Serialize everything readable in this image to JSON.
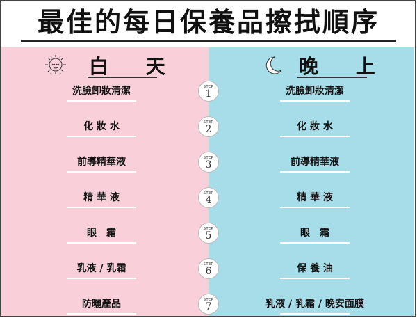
{
  "title": "最佳的每日保養品擦拭順序",
  "day": {
    "label": "白 天",
    "icon": "sun-icon"
  },
  "night": {
    "label": "晚 上",
    "icon": "moon-icon"
  },
  "step_word": "STEP",
  "steps": [
    {
      "number": "1",
      "day": "洗臉卸妝清潔",
      "night": "洗臉卸妝清潔"
    },
    {
      "number": "2",
      "day": "化 妝 水",
      "night": "化 妝 水"
    },
    {
      "number": "3",
      "day": "前導精華液",
      "night": "前導精華液"
    },
    {
      "number": "4",
      "day": "精 華 液",
      "night": "精 華 液"
    },
    {
      "number": "5",
      "day": "眼　霜",
      "night": "眼　霜"
    },
    {
      "number": "6",
      "day": "乳液 / 乳霜",
      "night": "保 養 油"
    },
    {
      "number": "7",
      "day": "防曬產品",
      "night": "乳液 / 乳霜 / 晚安面膜"
    }
  ],
  "colors": {
    "day_bg": "#f9d0d9",
    "night_bg": "#a7dde8",
    "underline": "#ffffff"
  }
}
